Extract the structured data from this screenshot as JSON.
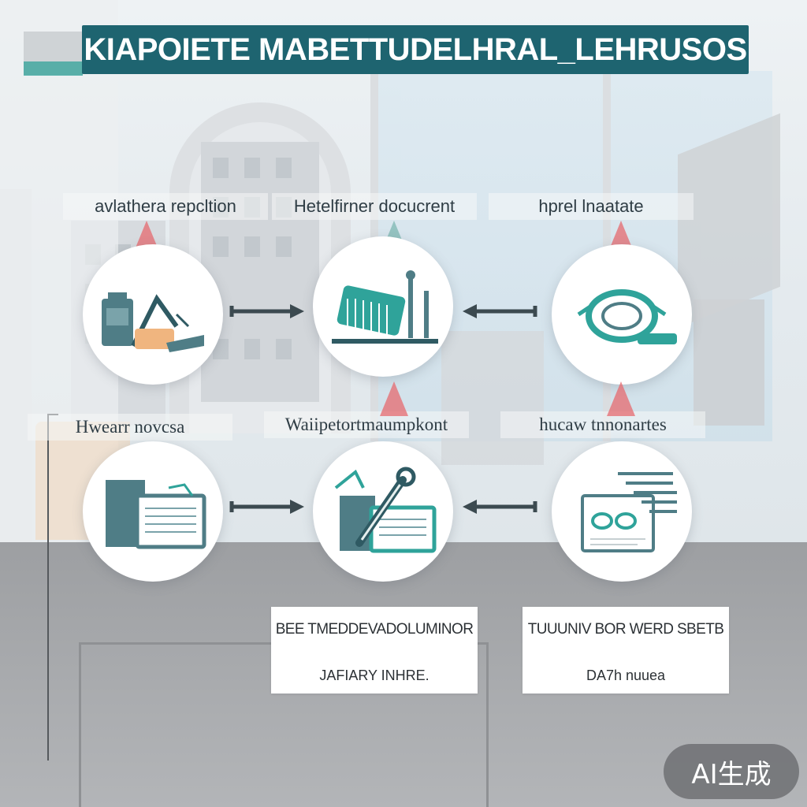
{
  "title": "KIAPOIETE MABETTUDELHRAL_LEHRUSOS",
  "colors": {
    "title_bar": "#1e6470",
    "accent_teal": "#2fa39a",
    "slate": "#4f7d86",
    "marker_red": "#e56a6f",
    "peach": "#f0b57f"
  },
  "steps": [
    {
      "label": "avlathera repcltion",
      "icon": "site-inspection-icon"
    },
    {
      "label": "Hetelfirner docucrent",
      "icon": "document-machine-icon"
    },
    {
      "label": "hprel lnaatate",
      "icon": "ring-device-icon"
    },
    {
      "label": "Hwearr novcsa",
      "icon": "folder-stack-icon"
    },
    {
      "label": "Waiipetortmaumpkont",
      "icon": "tools-repair-icon"
    },
    {
      "label": "hucaw tnnonartes",
      "icon": "report-sheet-icon"
    }
  ],
  "info_boxes": [
    {
      "line1": "BEE TMEDDEVADOLUMINOR",
      "line2": "JAFIARY INHRE."
    },
    {
      "line1": "TUUUNIV BOR WERD SBETB",
      "line2": "DA7h nuuea"
    }
  ],
  "badge": "AI生成"
}
